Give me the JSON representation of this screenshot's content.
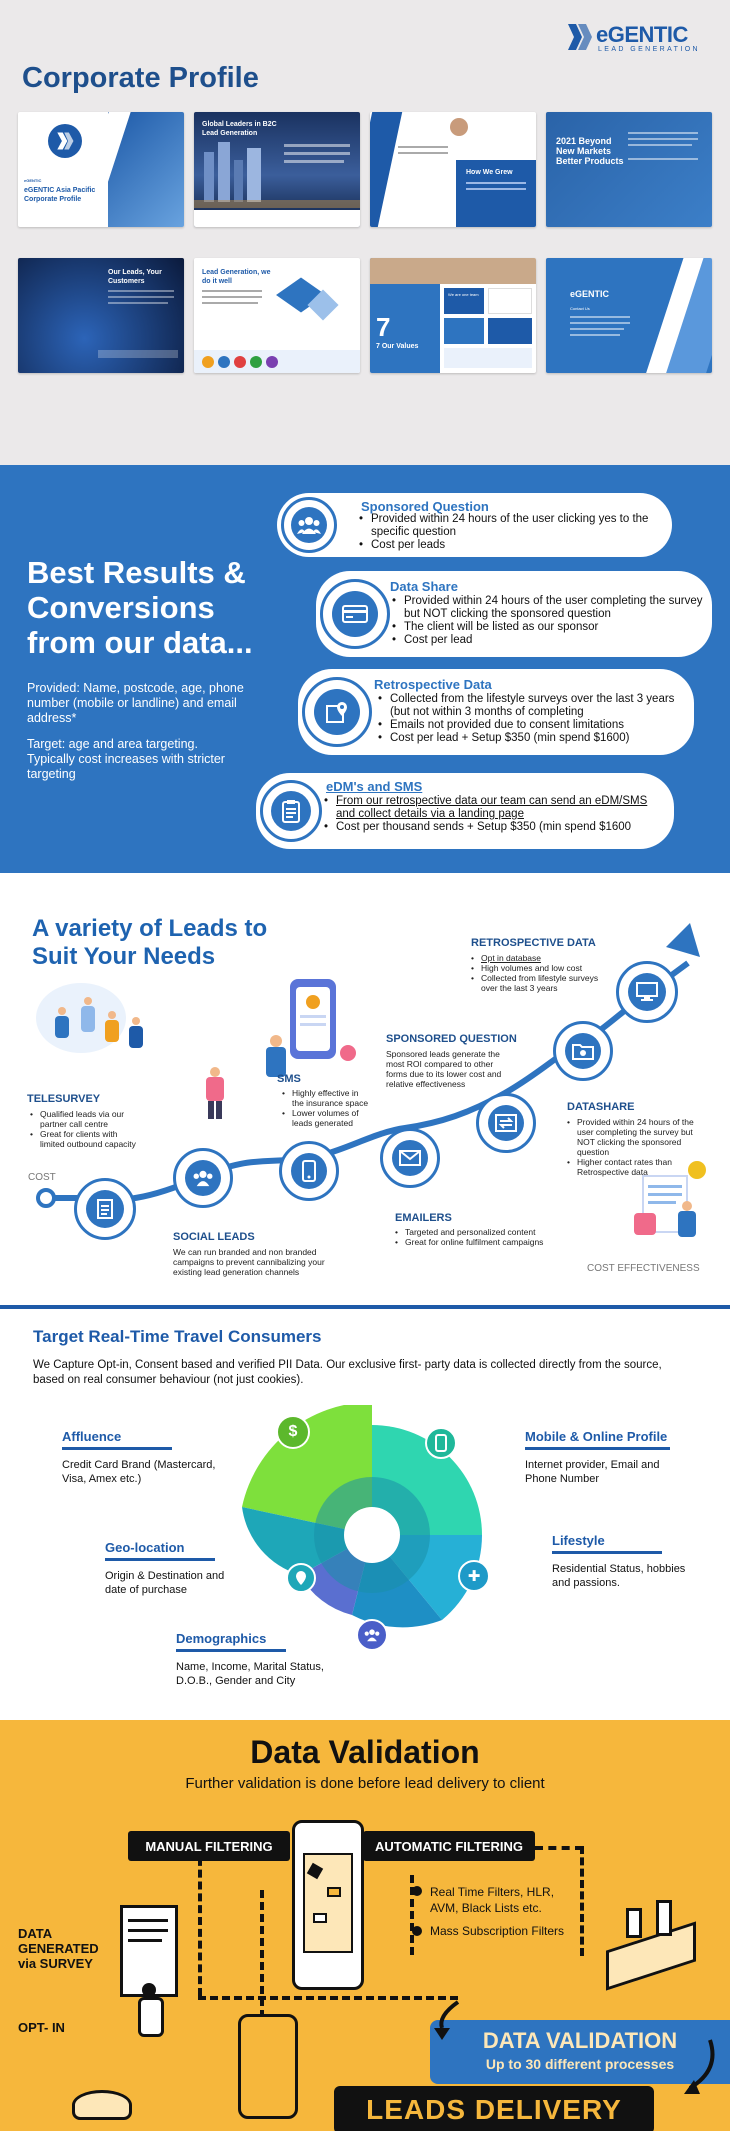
{
  "section1": {
    "logo_name": "eGENTIC",
    "logo_tagline": "LEAD GENERATION",
    "title": "Corporate Profile",
    "thumbnails": [
      {
        "title": "eGENTIC Asia Pacific Corporate Profile",
        "body": "eGENTIC"
      },
      {
        "title": "Global Leaders in B2C Lead Generation",
        "body": ""
      },
      {
        "title": "How We Grew",
        "body": ""
      },
      {
        "title": "2021 Beyond New Markets Better Products",
        "body": ""
      },
      {
        "title": "Our Leads, Your Customers",
        "body": ""
      },
      {
        "title": "Lead Generation, we do it well",
        "body": ""
      },
      {
        "title": "7 Our Values",
        "body": "We are one team"
      },
      {
        "title": "eGENTIC",
        "body": "Contact Us"
      }
    ]
  },
  "section2": {
    "headline_lines": [
      "Best Results &",
      "Conversions",
      "from our data..."
    ],
    "provided": "Provided: Name, postcode, age, phone number (mobile or landline) and email address*",
    "target": "Target: age and area targeting. Typically cost increases with stricter targeting",
    "cards": [
      {
        "title": "Sponsored Question",
        "icon": "group-icon",
        "bullets": [
          "Provided within 24 hours of the user clicking yes to the specific question",
          "Cost per leads"
        ]
      },
      {
        "title": "Data Share",
        "icon": "credit-card-icon",
        "bullets": [
          "Provided within 24 hours of the user completing the survey but NOT clicking the sponsored question",
          "The client will be listed as our sponsor",
          "Cost per lead"
        ]
      },
      {
        "title": "Retrospective Data",
        "icon": "location-icon",
        "bullets": [
          "Collected from the lifestyle surveys over the last 3 years (but not within 3 months of completing",
          "Emails not provided due to consent limitations",
          "Cost per lead + Setup  $350 (min spend $1600)"
        ]
      },
      {
        "title": "eDM's and SMS",
        "icon": "clipboard-icon",
        "bullets": [
          "From our retrospective data our team can send an eDM/SMS and collect details via a landing page",
          "Cost per thousand sends + Setup $350 (min spend $1600"
        ]
      }
    ]
  },
  "section3": {
    "title_lines": [
      "A variety of Leads to",
      "Suit Your Needs"
    ],
    "cost_label": "COST",
    "effectiveness_label": "COST EFFECTIVENESS",
    "telesurvey": {
      "title": "TELESURVEY",
      "bullets": [
        "Qualified  leads via our partner call centre",
        "Great for clients with limited outbound capacity"
      ]
    },
    "sms": {
      "title": "SMS",
      "bullets": [
        "Highly effective in the insurance space",
        "Lower volumes of leads generated"
      ]
    },
    "social": {
      "title": "SOCIAL LEADS",
      "text": "We can run branded and non branded campaigns to prevent cannibalizing your existing lead generation  channels"
    },
    "sponsored": {
      "title": "SPONSORED QUESTION",
      "text": "Sponsored leads generate the most ROI compared to other forms due to its lower cost and relative effectiveness"
    },
    "emailers": {
      "title": "EMAILERS",
      "bullets": [
        "Targeted and personalized content",
        "Great for online fulfilment campaigns"
      ]
    },
    "retro": {
      "title": "RETROSPECTIVE DATA",
      "bullets": [
        "Opt in database",
        "High volumes  and low cost",
        "Collected from lifestyle surveys over the last 3 years"
      ]
    },
    "datashare": {
      "title": "DATASHARE",
      "bullets": [
        "Provided within 24 hours of the user completing the survey but NOT clicking the sponsored question",
        "Higher contact rates than Retrospective data"
      ]
    }
  },
  "section4": {
    "title": "Target Real-Time Travel Consumers",
    "intro": "We Capture Opt-in, Consent based and verified PII Data. Our exclusive first- party data is collected directly from the source, based on real consumer behaviour (not just cookies).",
    "categories": [
      {
        "title": "Affluence",
        "text": "Credit Card Brand (Mastercard, Visa, Amex etc.)"
      },
      {
        "title": "Geo-location",
        "text": "Origin & Destination and date of purchase"
      },
      {
        "title": "Demographics",
        "text": "Name, Income, Marital Status, D.O.B., Gender and City"
      },
      {
        "title": "Mobile & Online Profile",
        "text": "Internet provider, Email and Phone Number"
      },
      {
        "title": "Lifestyle",
        "text": "Residential Status, hobbies and passions."
      }
    ],
    "colors": [
      "#7ee03c",
      "#2fd6b0",
      "#26b0d6",
      "#1e8fc5",
      "#5a6fd0",
      "#1ea7b8"
    ]
  },
  "section5": {
    "title": "Data Validation",
    "subtitle": "Further validation is done before lead delivery to client",
    "manual": "MANUAL FILTERING",
    "automatic": "AUTOMATIC FILTERING",
    "filters": [
      "Real Time Filters, HLR, AVM, Black Lists etc.",
      "Mass Subscription Filters"
    ],
    "generated": "DATA GENERATED via SURVEY",
    "optin": "OPT- IN",
    "validation_title": "DATA VALIDATION",
    "validation_sub": "Up to 30 different processes",
    "delivery": "LEADS DELIVERY"
  }
}
